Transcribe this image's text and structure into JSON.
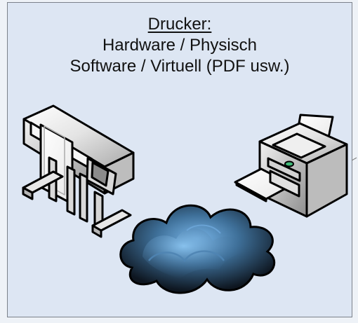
{
  "heading": "Drucker:",
  "lines": [
    "Hardware / Physisch",
    "Software / Virtuell (PDF usw.)"
  ],
  "icons": {
    "large_printer": "large-format-printer-icon",
    "small_printer": "desktop-printer-icon",
    "cloud": "cloud-icon"
  },
  "colors": {
    "panel_background": "#dde6f3",
    "panel_border": "#7b818a",
    "cloud_fill": "#37516a",
    "cloud_highlight": "#6ea8db",
    "printer_body": "#e4e4e4",
    "status_light": "#3fba78"
  }
}
